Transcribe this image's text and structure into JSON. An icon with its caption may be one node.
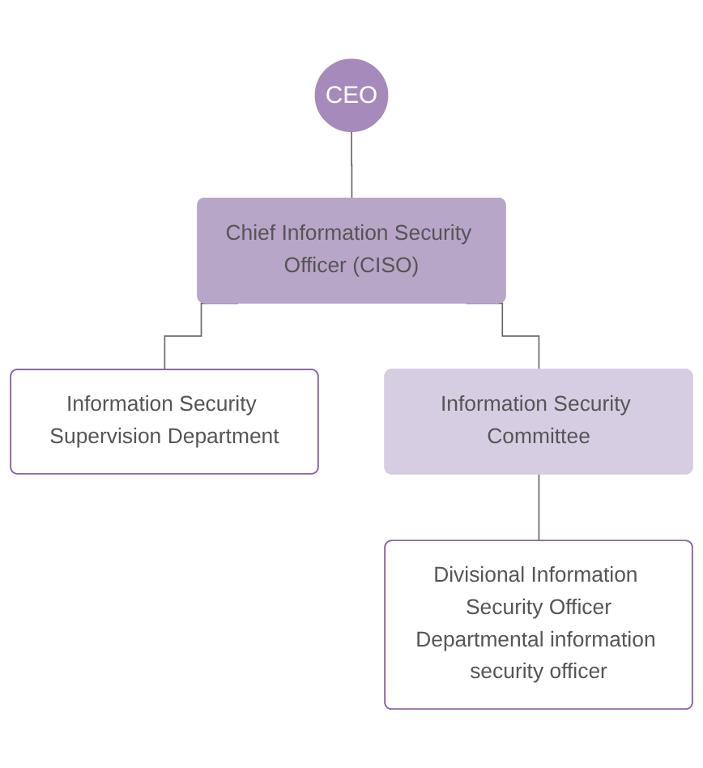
{
  "diagram": {
    "nodes": [
      {
        "text": [
          "CEO"
        ]
      },
      {
        "text": [
          "Chief Information Security Officer (CISO)"
        ]
      },
      {
        "text": [
          "Information Security Supervision Department"
        ]
      },
      {
        "text": [
          "Information Security Committee"
        ]
      },
      {
        "text": [
          "Divisional Information Security Officer",
          "Departmental information security officer"
        ]
      }
    ],
    "edges": [
      {
        "from": 0,
        "to": 1,
        "arrow": "none"
      },
      {
        "from": 1,
        "to": 2,
        "arrow": "none"
      },
      {
        "from": 1,
        "to": 3,
        "arrow": "none"
      },
      {
        "from": 3,
        "to": 4,
        "arrow": "none"
      }
    ]
  }
}
